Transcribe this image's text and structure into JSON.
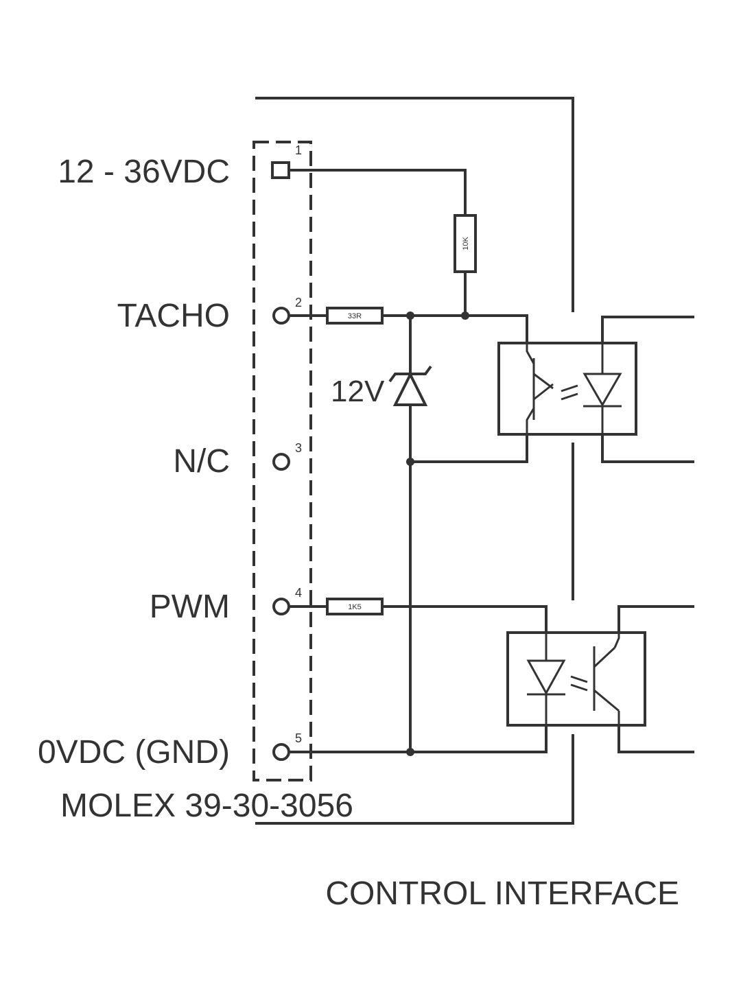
{
  "connector": {
    "part_number": "MOLEX 39-30-3056",
    "pins": [
      {
        "number": "1",
        "label": "12 - 36VDC"
      },
      {
        "number": "2",
        "label": "TACHO"
      },
      {
        "number": "3",
        "label": "N/C"
      },
      {
        "number": "4",
        "label": "PWM"
      },
      {
        "number": "5",
        "label": "0VDC (GND)"
      }
    ]
  },
  "components": {
    "r_pullup": "10K",
    "r_tacho": "33R",
    "r_pwm": "1K5",
    "zener": "12V"
  },
  "caption": "CONTROL INTERFACE",
  "colors": {
    "line": "#333333",
    "background": "#ffffff"
  }
}
